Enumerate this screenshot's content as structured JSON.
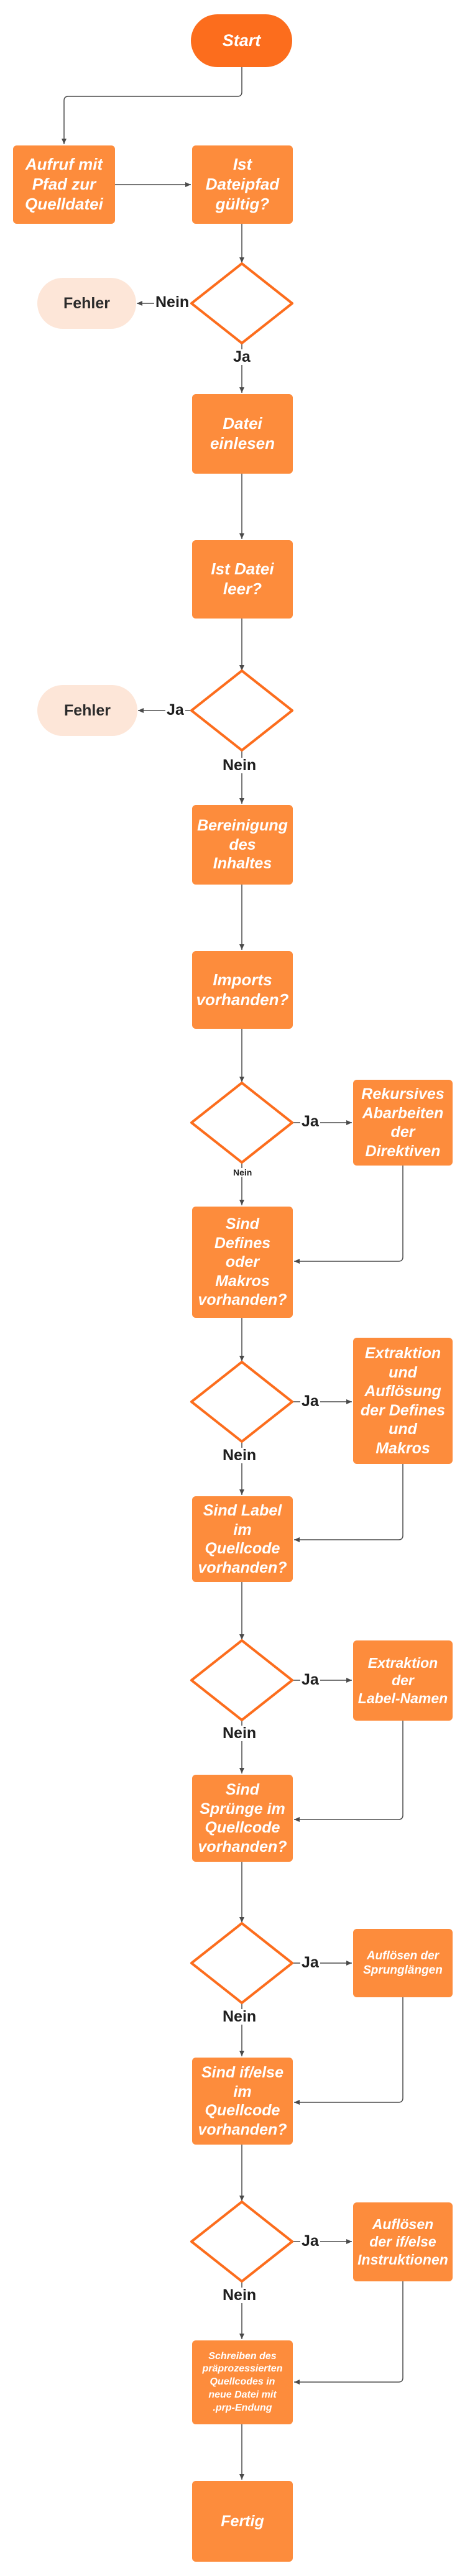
{
  "nodes": {
    "start": "Start",
    "call": "Aufruf mit\nPfad zur\nQuelldatei",
    "check_path": "Ist\nDateipfad\ngültig?",
    "error_1": "Fehler",
    "read_file": "Datei\neinlesen",
    "check_empty": "Ist Datei\nleer?",
    "error_2": "Fehler",
    "clean": "Bereinigung\ndes\nInhaltes",
    "check_imports": "Imports\nvorhanden?",
    "recursive": "Rekursives\nAbarbeiten\nder\nDirektiven",
    "check_defines": "Sind\nDefines\noder\nMakros\nvorhanden?",
    "extract_defines": "Extraktion\nund\nAuflösung\nder Defines\nund\nMakros",
    "check_labels": "Sind Label\nim\nQuellcode\nvorhanden?",
    "extract_labels": "Extraktion\nder\nLabel-Namen",
    "check_jumps": "Sind\nSprünge im\nQuellcode\nvorhanden?",
    "resolve_jumps": "Auflösen der\nSprunglängen",
    "check_ifelse": "Sind if/else\nim\nQuellcode\nvorhanden?",
    "resolve_ifelse": "Auflösen\nder if/else\nInstruktionen",
    "write": "Schreiben des\npräprozessierten\nQuellcodes in\nneue Datei mit\n.prp-Endung",
    "finish": "Fertig"
  },
  "labels": {
    "d1_no": "Nein",
    "d1_yes": "Ja",
    "d2_yes": "Ja",
    "d2_no": "Nein",
    "d3_yes": "Ja",
    "d3_no": "Nein",
    "d4_yes": "Ja",
    "d4_no": "Nein",
    "d5_yes": "Ja",
    "d5_no": "Nein",
    "d6_yes": "Ja",
    "d6_no": "Nein",
    "d7_yes": "Ja",
    "d7_no": "Nein"
  },
  "colors": {
    "process": "#fd8c3c",
    "terminal": "#fc6d1d",
    "decision_stroke": "#fc6d1d",
    "error_fill": "#fde6d8",
    "connector": "#4a4a4a"
  }
}
